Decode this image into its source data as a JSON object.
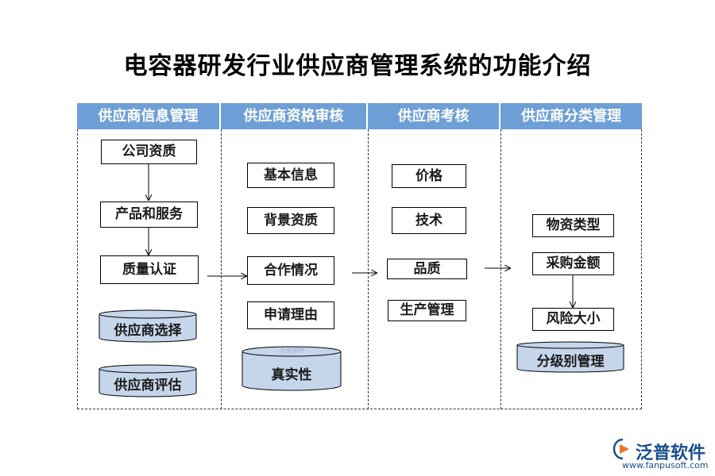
{
  "title": "电容器研发行业供应商管理系统的功能介绍",
  "columns": [
    {
      "header": "供应商信息管理",
      "boxes": [
        "公司资质",
        "产品和服务",
        "质量认证"
      ],
      "cylinders": [
        "供应商选择",
        "供应商评估"
      ]
    },
    {
      "header": "供应商资格审核",
      "boxes": [
        "基本信息",
        "背景资质",
        "合作情况",
        "申请理由"
      ],
      "cylinders": [
        "真实性"
      ]
    },
    {
      "header": "供应商考核",
      "boxes": [
        "价格",
        "技术",
        "品质",
        "生产管理"
      ],
      "cylinders": []
    },
    {
      "header": "供应商分类管理",
      "boxes": [
        "物资类型",
        "采购金额",
        "风险大小"
      ],
      "cylinders": [
        "分级别管理"
      ]
    }
  ],
  "watermark": "泛普软件",
  "logo": {
    "name": "泛普软件",
    "url": "www.fanpusoft.com"
  },
  "colors": {
    "header_bg": "#6e9fd6",
    "cylinder_fill": "#c5d5ea",
    "logo": "#1a4f8f"
  }
}
